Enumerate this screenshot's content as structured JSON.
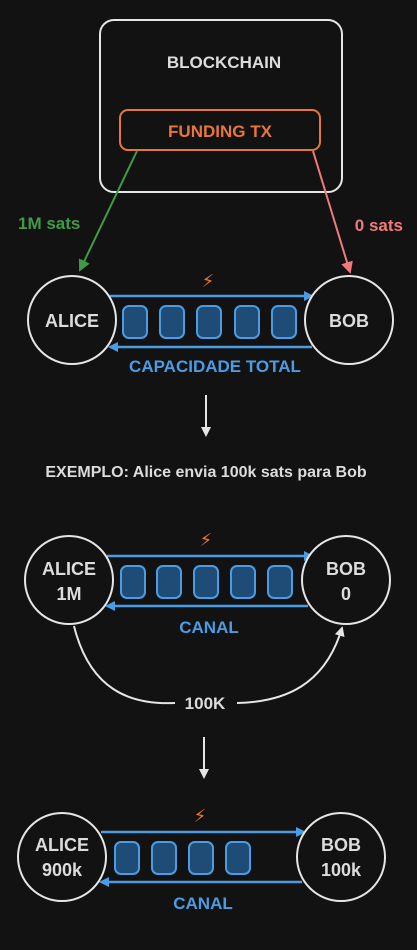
{
  "blockchain": {
    "title": "BLOCKCHAIN",
    "funding_tx": "FUNDING TX",
    "alice_funding": "1M sats",
    "bob_funding": "0 sats"
  },
  "channel_open": {
    "alice": "ALICE",
    "bob": "BOB",
    "caption": "CAPACIDADE TOTAL"
  },
  "example_text": "EXEMPLO: Alice envia 100k sats para Bob",
  "channel_before": {
    "alice_name": "ALICE",
    "alice_balance": "1M",
    "bob_name": "BOB",
    "bob_balance": "0",
    "caption": "CANAL",
    "payment": "100K"
  },
  "channel_after": {
    "alice_name": "ALICE",
    "alice_balance": "900k",
    "bob_name": "BOB",
    "bob_balance": "100k",
    "caption": "CANAL"
  },
  "colors": {
    "background": "#121212",
    "stroke": "#e6e6e6",
    "text": "#dcdcdc",
    "funding": "#e8763a",
    "green": "#3f9b46",
    "red": "#f07a7a",
    "blue": "#4a9de4",
    "slot_fill": "#1e4c76"
  }
}
